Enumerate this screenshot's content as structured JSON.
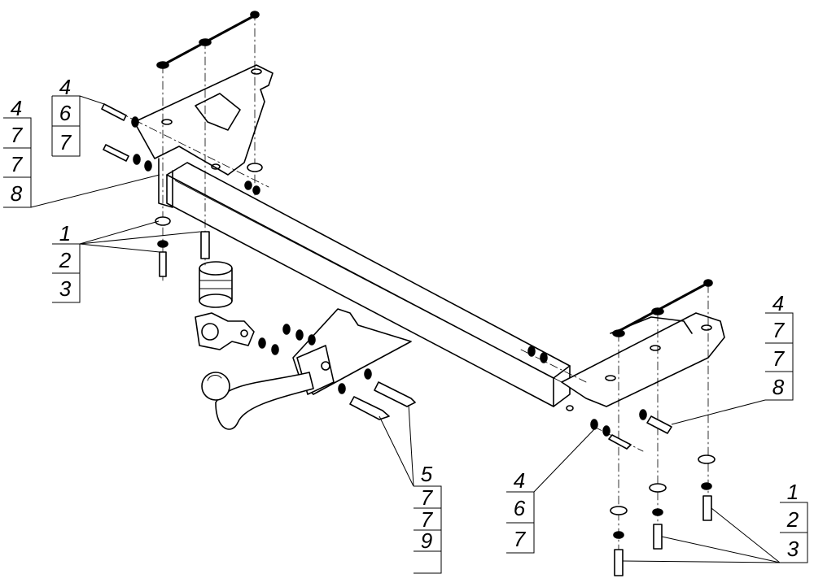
{
  "callouts": {
    "top_left_bolt": [
      "4",
      "6",
      "7"
    ],
    "left_bracket": [
      "4",
      "7",
      "7",
      "8"
    ],
    "left_bottom": [
      "1",
      "2",
      "3"
    ],
    "center_bottom": [
      "5",
      "7",
      "7",
      "9"
    ],
    "right_mid_small": [
      "4",
      "6",
      "7"
    ],
    "right_bracket": [
      "4",
      "7",
      "7",
      "8"
    ],
    "right_bottom": [
      "1",
      "2",
      "3"
    ]
  },
  "colors": {
    "line": "#000000",
    "background": "#ffffff"
  }
}
